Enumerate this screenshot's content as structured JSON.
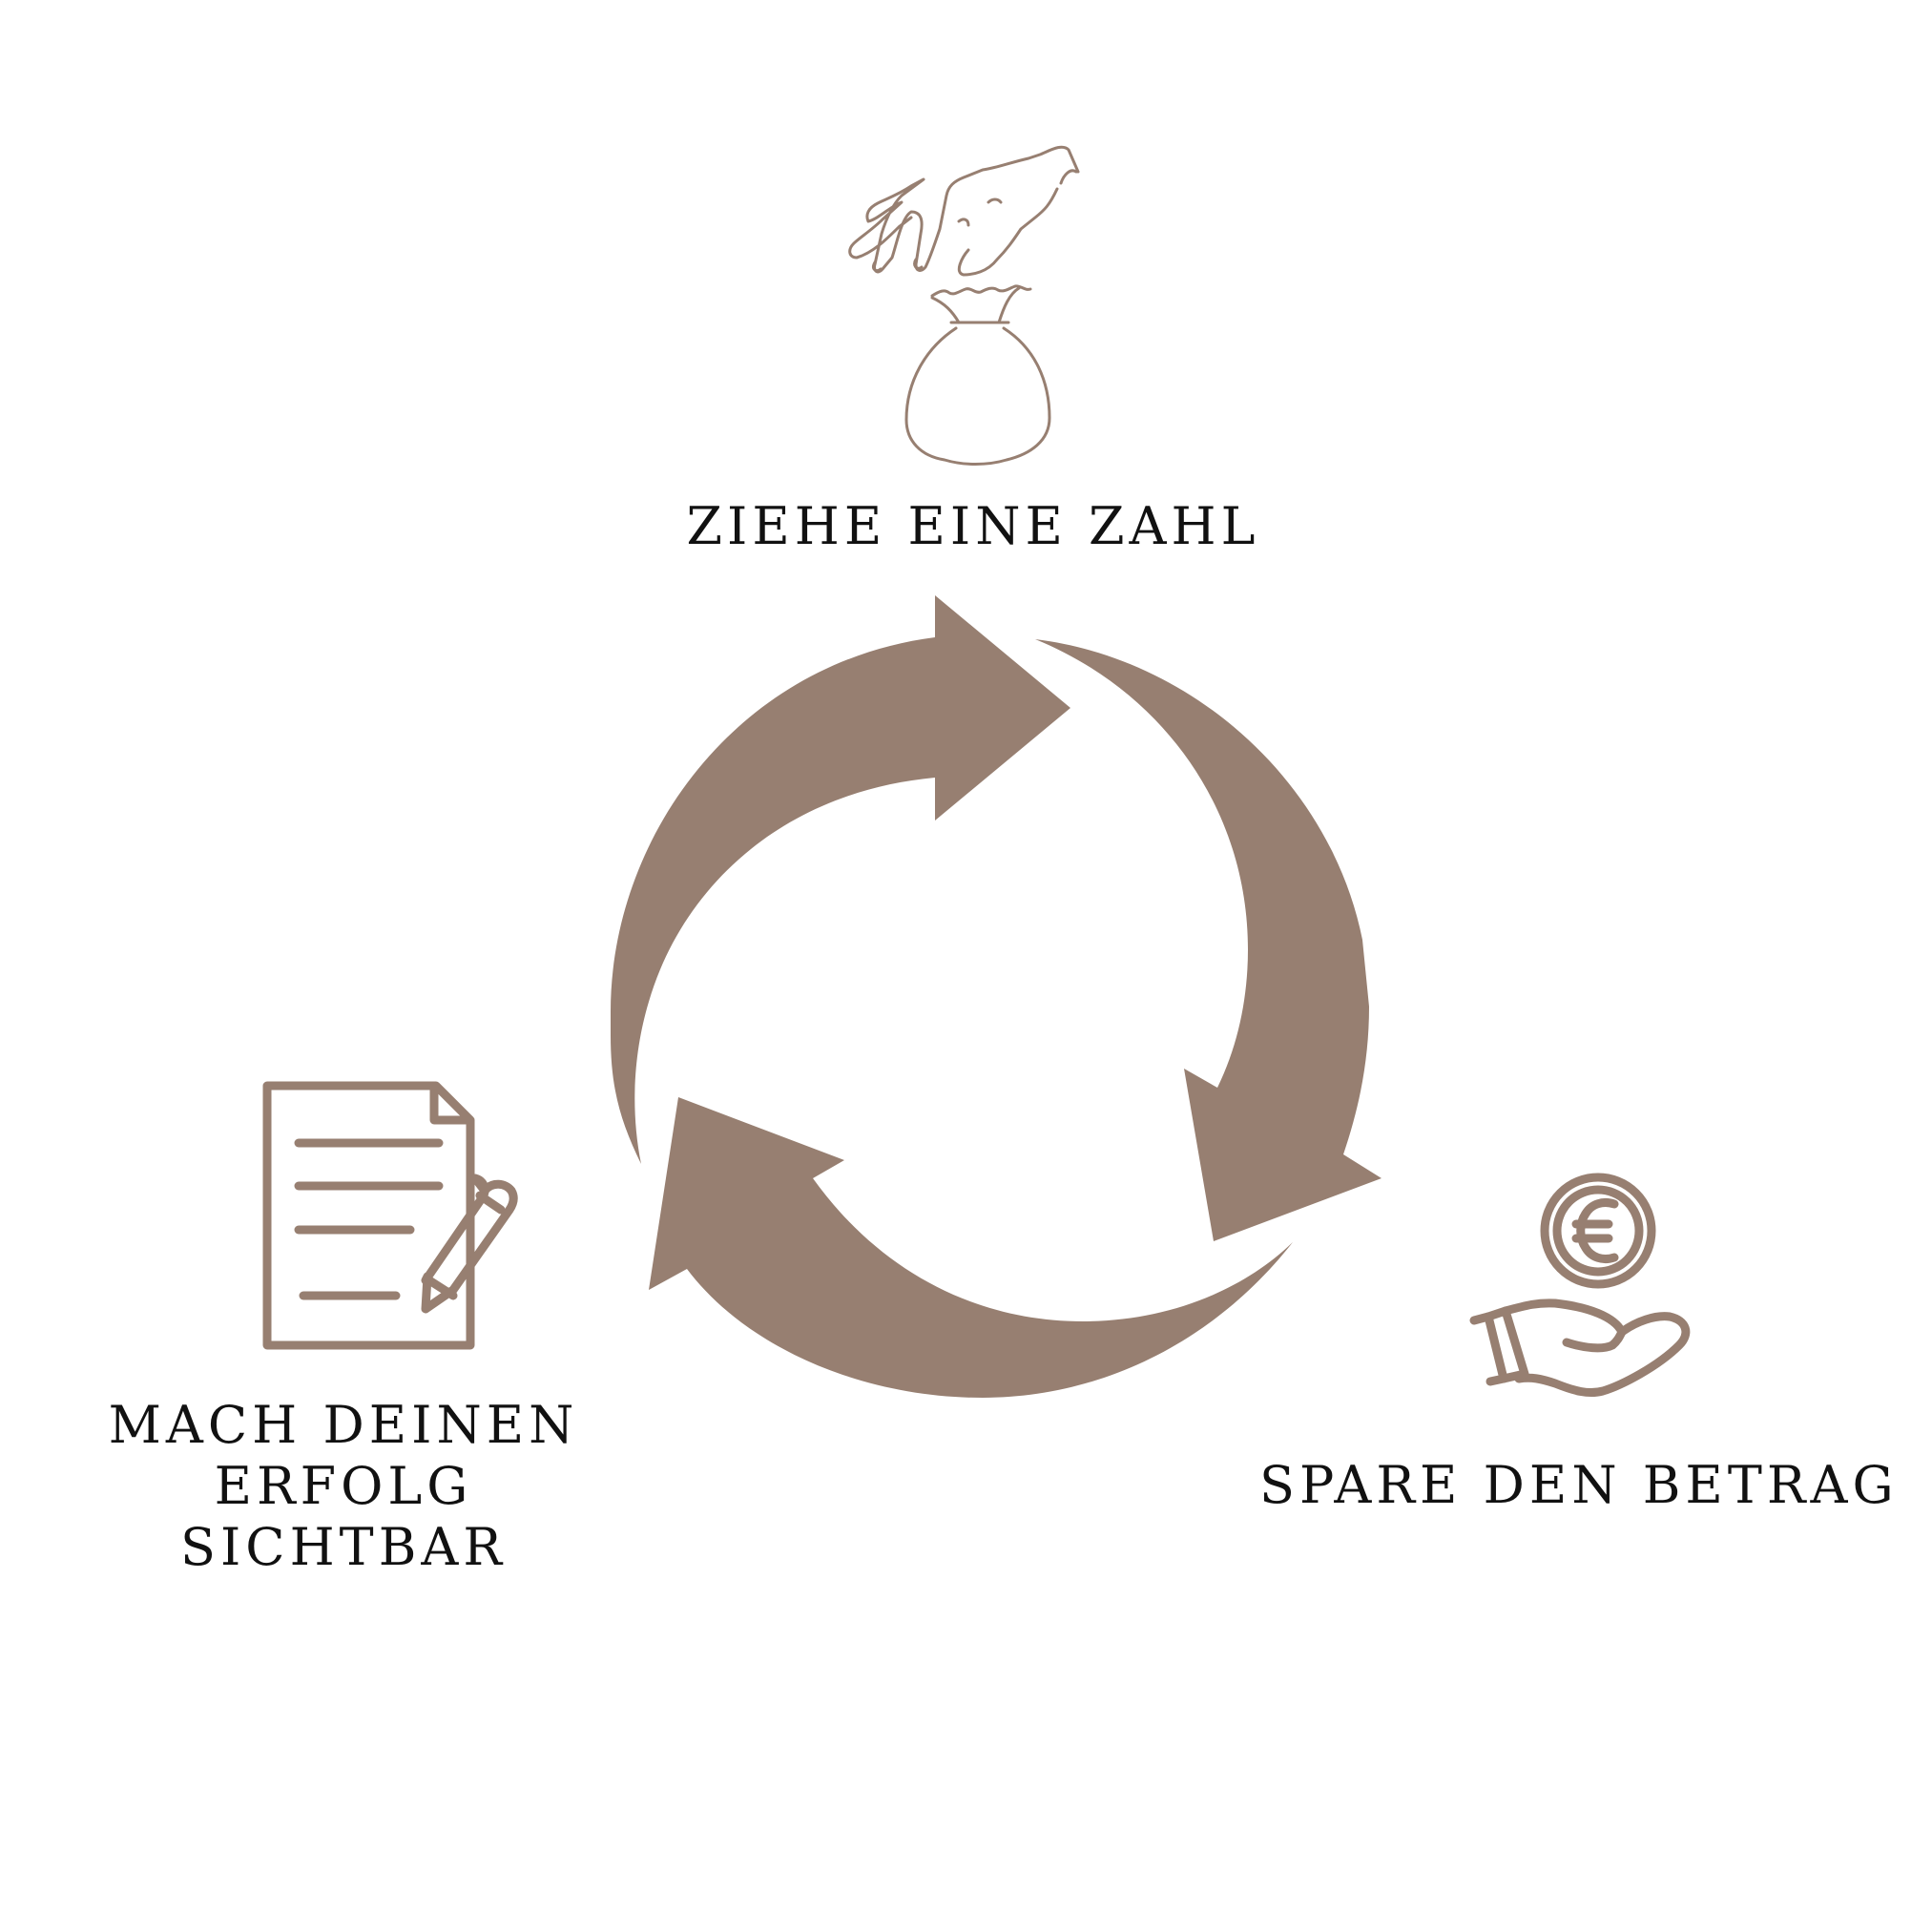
{
  "colors": {
    "accent": "#977f71",
    "text": "#111111",
    "background": "#ffffff"
  },
  "steps": [
    {
      "label": "ZIEHE EINE ZAHL",
      "icon": "hand-dropping-into-money-bag-icon"
    },
    {
      "label": "SPARE DEN BETRAG",
      "icon": "euro-coin-in-hand-icon"
    },
    {
      "label_lines": [
        "MACH DEINEN",
        "ERFOLG",
        "SICHTBAR"
      ],
      "icon": "document-with-pencil-icon"
    }
  ],
  "cycle_icon": "three-arrow-cycle-icon"
}
